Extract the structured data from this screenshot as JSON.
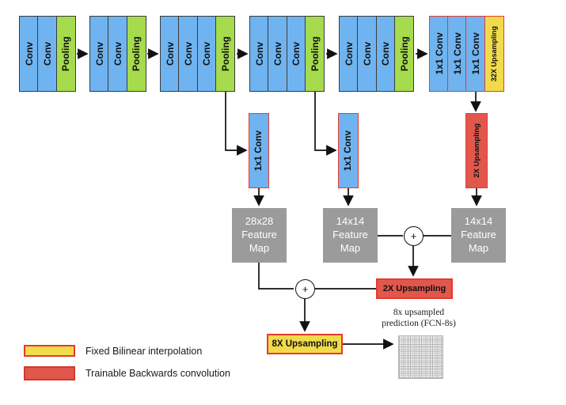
{
  "diagram": {
    "stages": [
      {
        "blocks": [
          "Conv",
          "Conv",
          "Pooling"
        ]
      },
      {
        "blocks": [
          "Conv",
          "Conv",
          "Pooling"
        ]
      },
      {
        "blocks": [
          "Conv",
          "Conv",
          "Conv",
          "Pooling"
        ]
      },
      {
        "blocks": [
          "Conv",
          "Conv",
          "Conv",
          "Pooling"
        ]
      },
      {
        "blocks": [
          "Conv",
          "Conv",
          "Conv",
          "Pooling"
        ]
      },
      {
        "blocks": [
          "1x1 Conv",
          "1x1 Conv",
          "1x1 Conv",
          "32X Upsampling"
        ]
      }
    ],
    "skip_convs": [
      "1x1 Conv",
      "1x1 Conv"
    ],
    "upsampling_vertical": "2X Upsampling",
    "feature_maps": [
      {
        "line1": "28x28",
        "line2": "Feature",
        "line3": "Map"
      },
      {
        "line1": "14x14",
        "line2": "Feature",
        "line3": "Map"
      },
      {
        "line1": "14x14",
        "line2": "Feature",
        "line3": "Map"
      }
    ],
    "plus_symbol": "+",
    "upsampling_2x": "2X Upsampling",
    "upsampling_8x": "8X Upsampling",
    "prediction_caption_line1": "8x upsampled",
    "prediction_caption_line2": "prediction (FCN-8s)",
    "legend": [
      {
        "label": "Fixed Bilinear interpolation"
      },
      {
        "label": "Trainable Backwards convolution"
      }
    ],
    "colors": {
      "blue": "#6FB4F0",
      "green": "#A6DB4D",
      "yellow": "#F2DB4B",
      "red": "#E2574C",
      "red-border": "#E8392E",
      "gray": "#9B9B9B"
    }
  }
}
